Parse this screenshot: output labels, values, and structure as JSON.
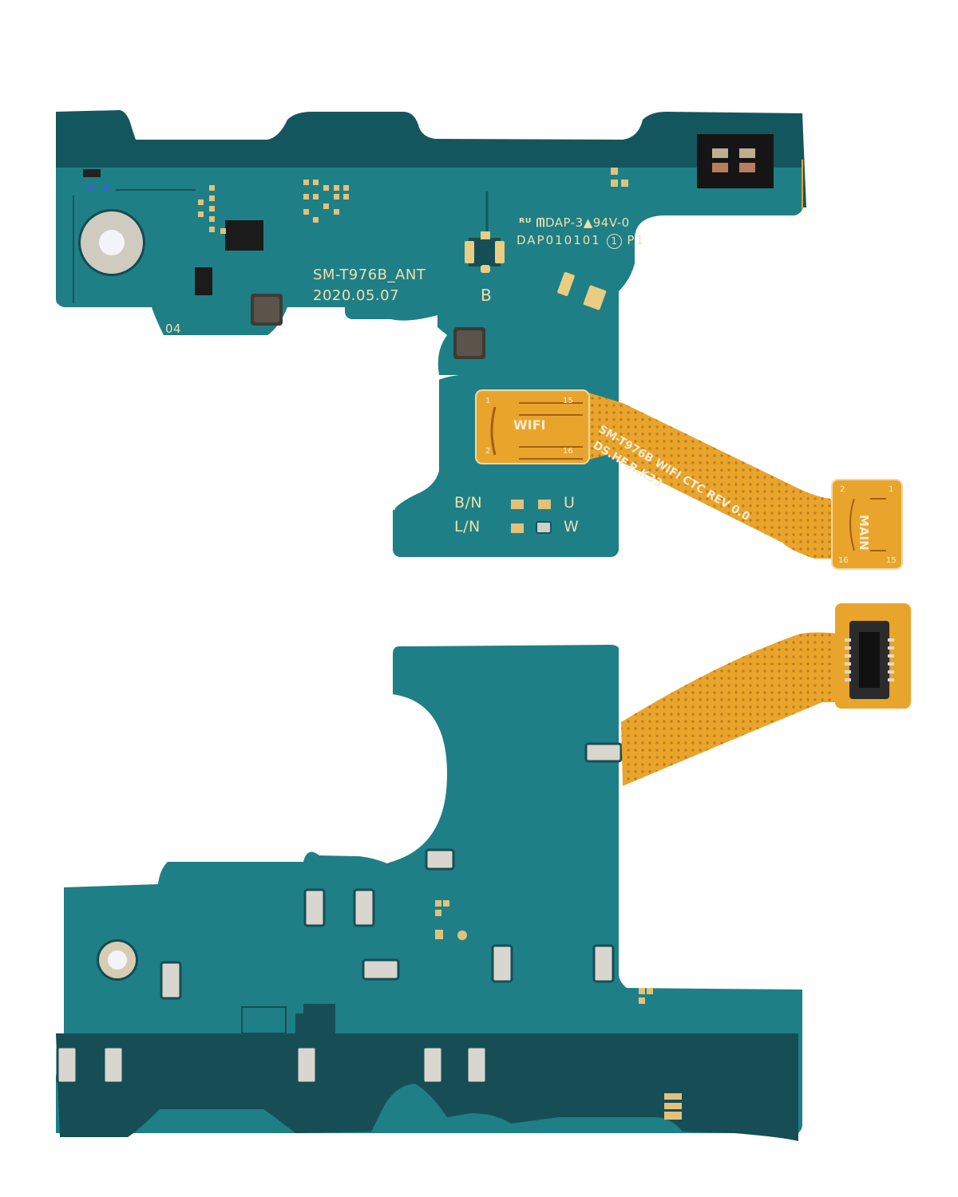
{
  "photo": {
    "subject": "Antenna board with WiFi flex cable — front and back views",
    "background_color": "#ffffff",
    "pcb_color": "#1f7f86",
    "pcb_dark_color": "#15565d",
    "flex_color": "#eaa22a",
    "silkscreen_color": "#f0dfae"
  },
  "top_board": {
    "model_label": "SM-T976B_ANT",
    "date_label": "2020.05.07",
    "rev_label": "04",
    "pad_label": "B",
    "ul_mark": "DAP-3▲94V-0",
    "manufacturer_code": "DAP010101",
    "circle_num": "1",
    "layer_label": "P1",
    "jumper_labels": {
      "row1_left": "B/N",
      "row1_right": "U",
      "row2_left": "L/N",
      "row2_right": "W"
    }
  },
  "flex_cable": {
    "connector_a_label": "WIFI",
    "connector_a_pins": [
      "1",
      "15",
      "2",
      "16"
    ],
    "line1": "SM-T976B WIFI CTC REV 0.0",
    "line2": "DS.HF.R.K33",
    "connector_b_label": "MAIN",
    "connector_b_pins": [
      "2",
      "1",
      "16",
      "15"
    ]
  },
  "bottom_board": {
    "description": "Reverse side with spring contacts and board-to-board connector"
  }
}
